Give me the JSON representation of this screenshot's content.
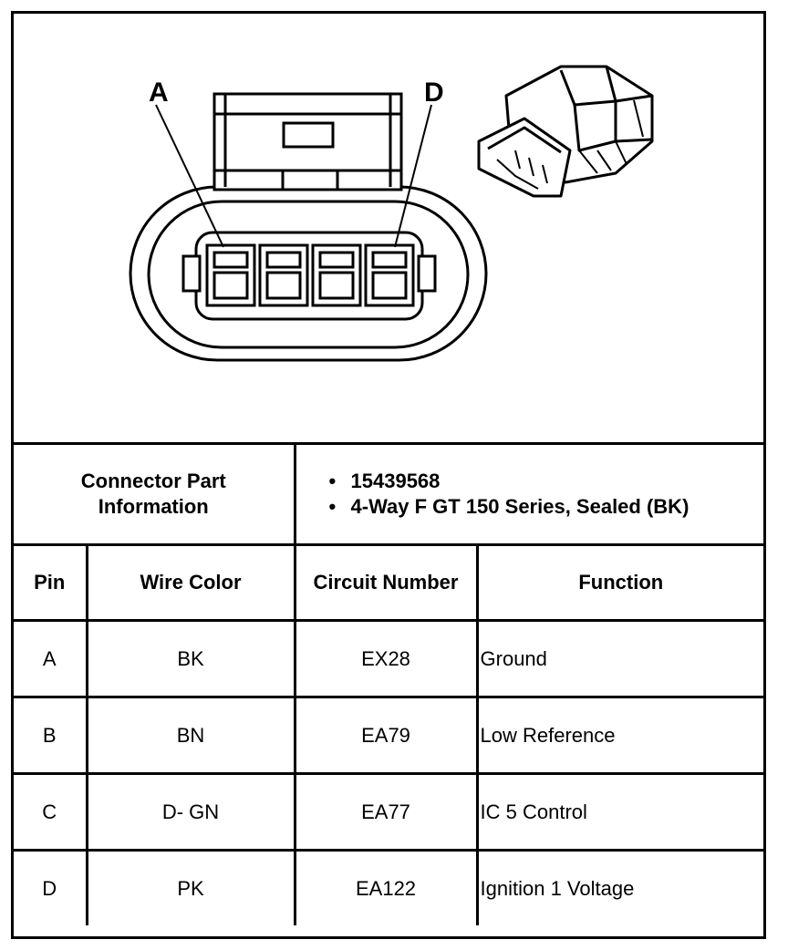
{
  "diagram": {
    "pin_labels": [
      "A",
      "D"
    ]
  },
  "info": {
    "label_line1": "Connector Part",
    "label_line2": "Information",
    "items": [
      "15439568",
      "4-Way F GT 150 Series, Sealed (BK)"
    ]
  },
  "table": {
    "headers": [
      "Pin",
      "Wire Color",
      "Circuit Number",
      "Function"
    ],
    "rows": [
      [
        "A",
        "BK",
        "EX28",
        "Ground"
      ],
      [
        "B",
        "BN",
        "EA79",
        "Low Reference"
      ],
      [
        "C",
        "D- GN",
        "EA77",
        "IC 5 Control"
      ],
      [
        "D",
        "PK",
        "EA122",
        "Ignition 1 Voltage"
      ]
    ]
  }
}
